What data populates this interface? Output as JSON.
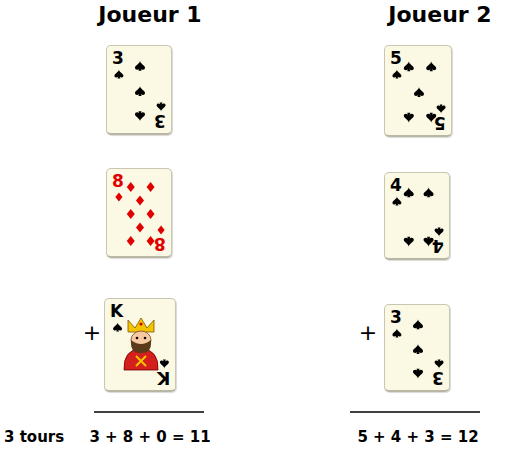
{
  "diagram": {
    "nodes": [
      {
        "text": [
          "3",
          "3"
        ]
      },
      {
        "text": [
          "5",
          "5"
        ]
      },
      {
        "text": [
          "8",
          "8"
        ]
      },
      {
        "text": [
          "4",
          "4"
        ]
      },
      {
        "text": [
          "K",
          "K"
        ]
      },
      {
        "text": [
          "3",
          "3"
        ]
      }
    ],
    "labels": [
      "Joueur 1",
      "Joueur 2",
      "+",
      "+",
      "3 tours",
      "3 + 8 + 0 = 11",
      "5 + 4 + 3 = 12"
    ]
  }
}
